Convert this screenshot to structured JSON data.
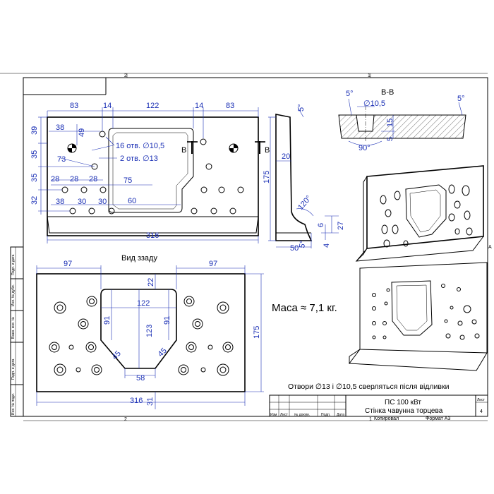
{
  "sheet": {
    "zone_top_left": "2",
    "zone_top_right": "1",
    "zone_bottom_left": "2",
    "zone_bottom_right": "1",
    "edge_mark": "A",
    "copied": "Копировал",
    "format": "Формат А3"
  },
  "side_stamp": [
    "Подп. и дата",
    "Инв. № дубл.",
    "Взам. инв. №",
    "Подп. и дата",
    "Инв. № подл."
  ],
  "front_view": {
    "top_dims": [
      "83",
      "14",
      "122",
      "14",
      "83"
    ],
    "left_dims": [
      "39",
      "35",
      "35",
      "32"
    ],
    "dim_49": "49",
    "dim_38a": "38",
    "dim_73": "73",
    "row_28": [
      "28",
      "28",
      "28"
    ],
    "dim_75": "75",
    "row_bottom": [
      "38",
      "30",
      "30"
    ],
    "dim_60": "60",
    "overall_width": "316",
    "height": "175",
    "note_holes_1": "16 отв. ∅10,5",
    "note_holes_2": "2 отв. ∅13",
    "section_mark": "В"
  },
  "side_view": {
    "angle_top": "5°",
    "thickness": "20",
    "angle_fillet": "120°",
    "dim_6": "6",
    "dim_27": "27",
    "dim_4": "4",
    "angle_bottom": "5°",
    "base": "50"
  },
  "section": {
    "title": "В-В",
    "angle_left": "5°",
    "angle_right": "5°",
    "hole": "∅10,5",
    "depth": "15",
    "bottom": "5",
    "countersink": "90°"
  },
  "rear_view": {
    "title": "Вид ззаду",
    "left_97": "97",
    "right_97": "97",
    "dim_22": "22",
    "dim_122": "122",
    "dim_91a": "91",
    "dim_123": "123",
    "dim_91b": "91",
    "dim_45a": "45",
    "dim_45b": "45",
    "dim_58": "58",
    "width": "316",
    "height": "175",
    "dim_31": "31"
  },
  "notes": {
    "mass": "Маса ≈ 7,1 кг.",
    "drilling": "Отвори ∅13 і ∅10,5 сверляться після відливки"
  },
  "title_block": {
    "line1": "ПС 100 кВт",
    "line2": "Стінка чавунна торцева",
    "sheet_label": "Лист",
    "sheet_no": "4",
    "cols": [
      "Изм",
      "Лист",
      "№ докум.",
      "Подп.",
      "Дата"
    ]
  }
}
